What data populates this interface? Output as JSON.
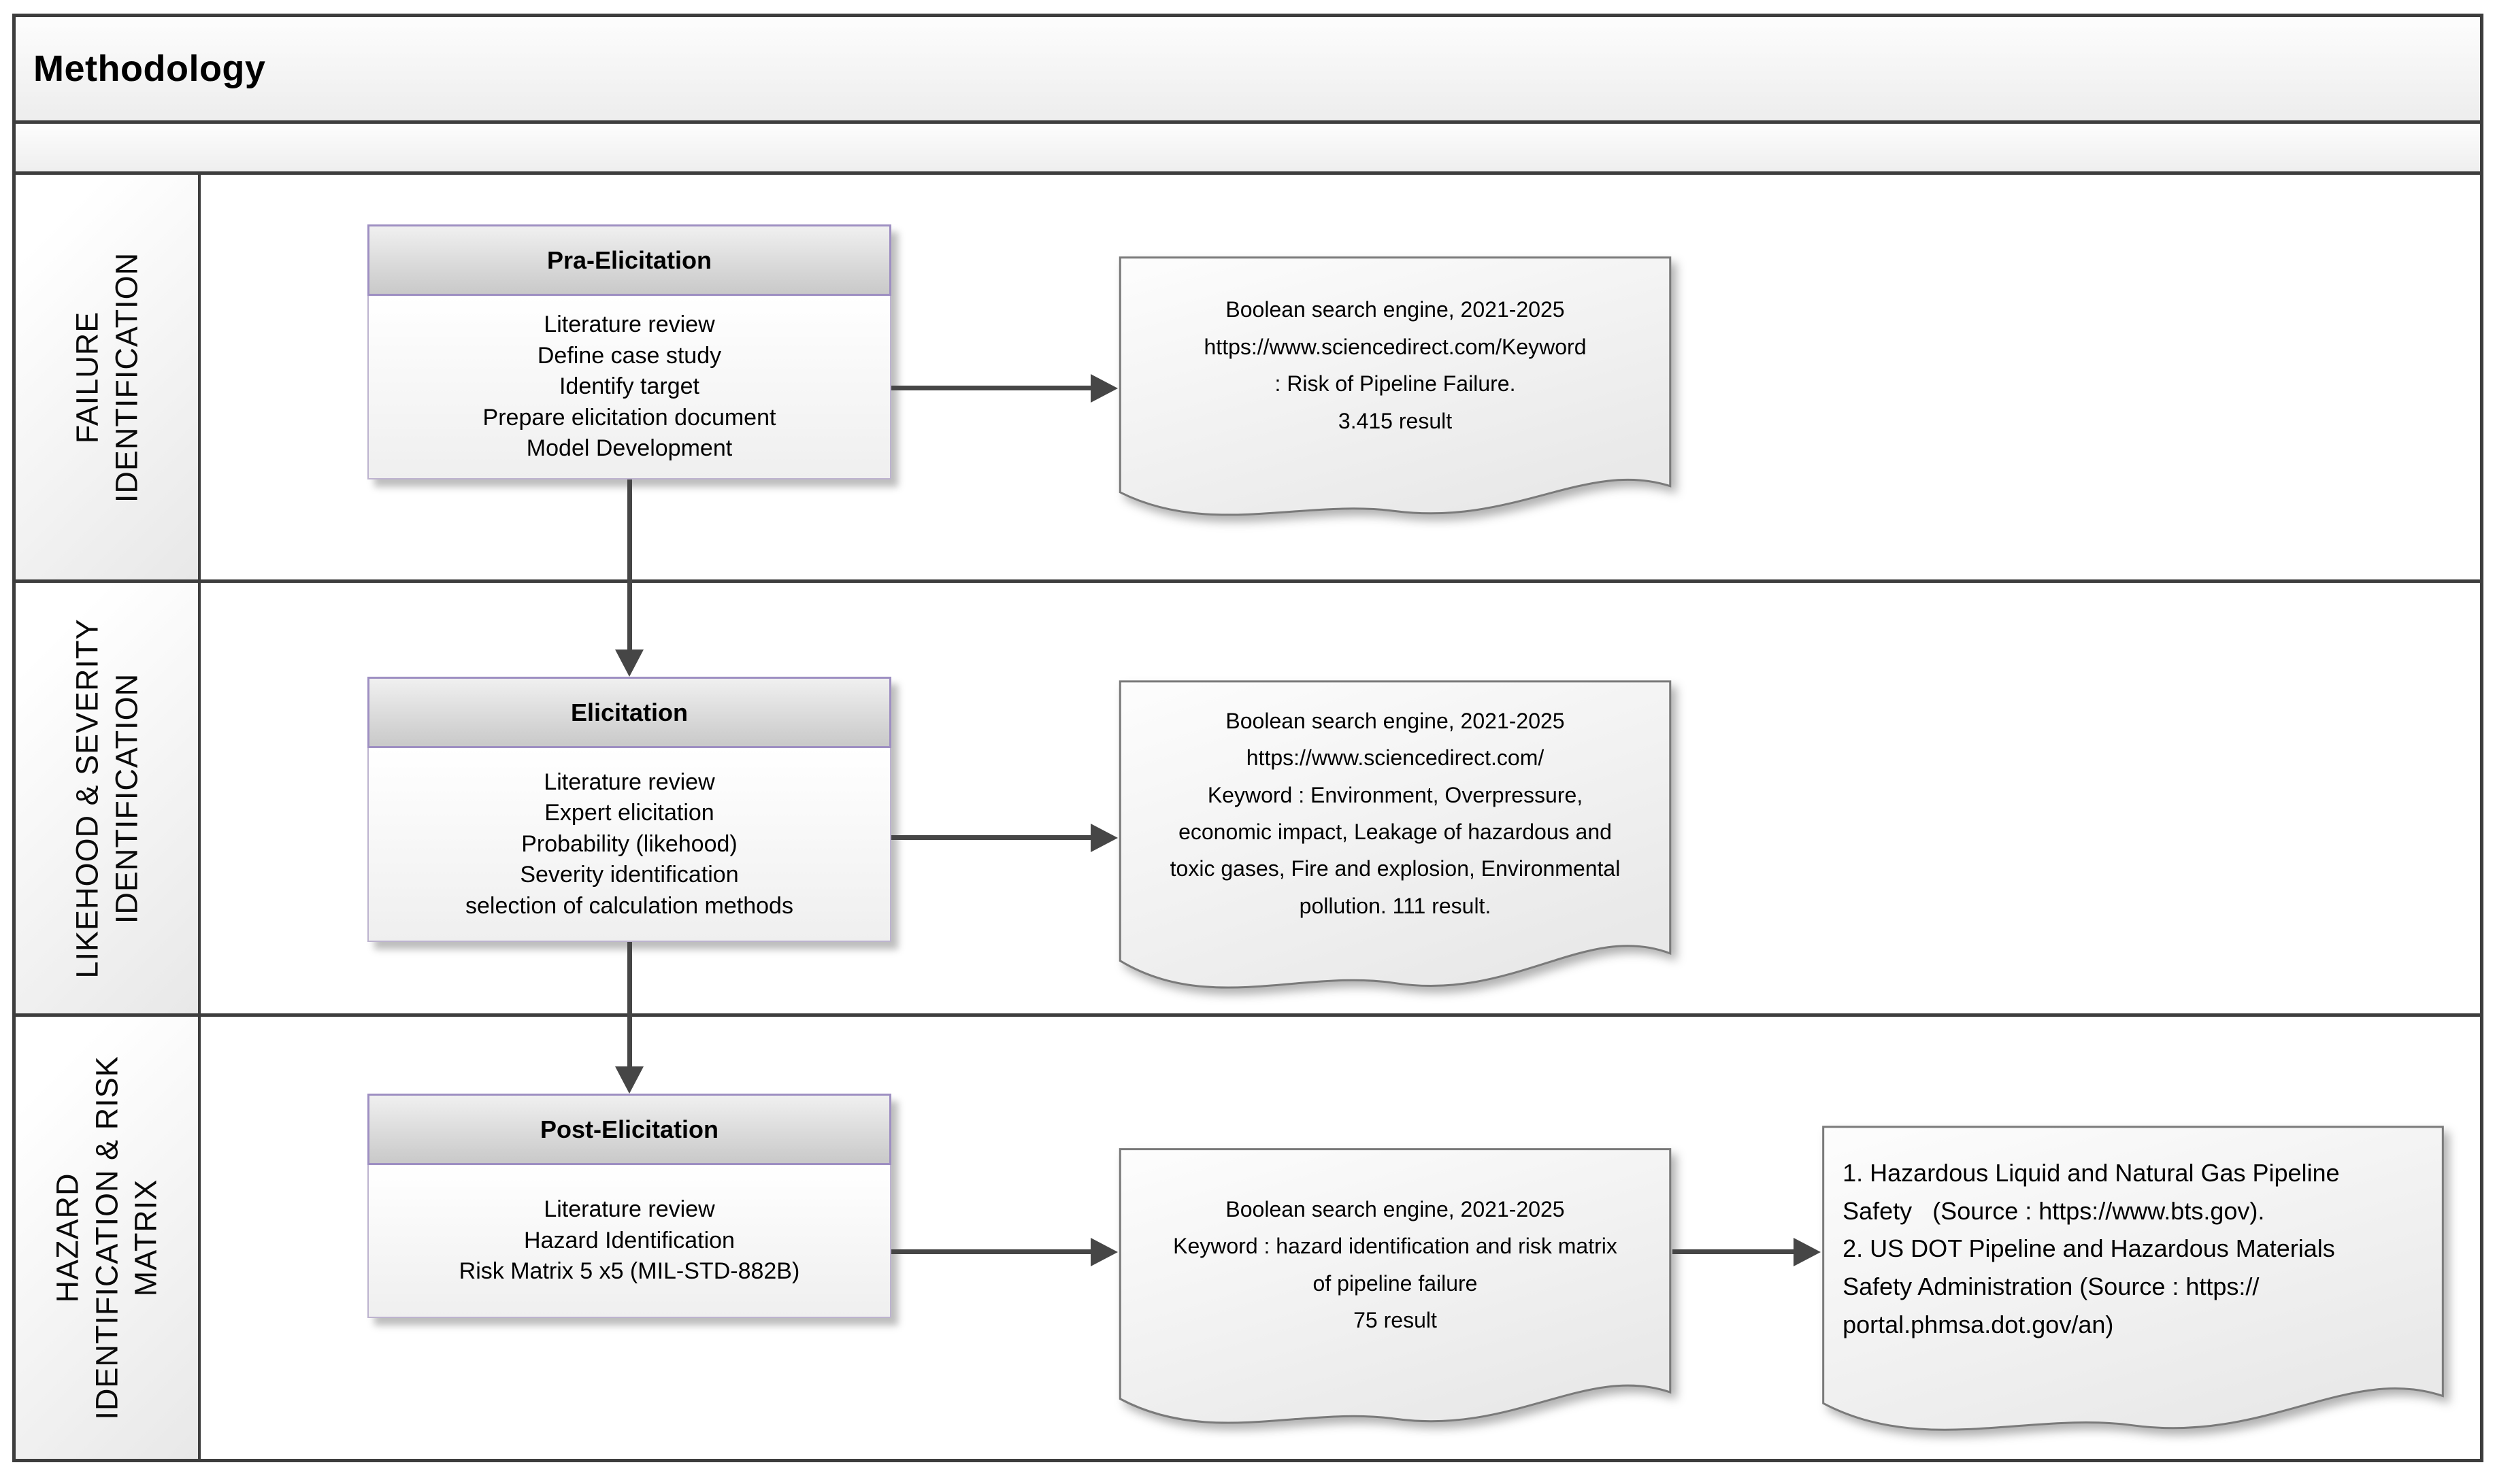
{
  "diagram_title": "Methodology",
  "colors": {
    "accent_purple": "#9e8fc2",
    "frame_gray": "#3d3d3d",
    "arrow_gray": "#464646",
    "header_fill_top": "#f0f0f0",
    "header_fill_bottom": "#c9c9c9"
  },
  "lanes": [
    {
      "label_lines": [
        "FAILURE",
        "IDENTIFICATION"
      ],
      "process_box": {
        "header": "Pra-Elicitation",
        "body_lines": [
          "Literature review",
          "Define case study",
          "Identify target",
          "Prepare elicitation document",
          "Model Development"
        ]
      },
      "documents": [
        {
          "text_lines": [
            "Boolean search engine, 2021-2025",
            "https://www.sciencedirect.com/Keyword",
            ": Risk of Pipeline Failure.",
            "3.415 result"
          ]
        }
      ]
    },
    {
      "label_lines": [
        "LIKEHOOD & SEVERITY",
        "IDENTIFICATION"
      ],
      "process_box": {
        "header": "Elicitation",
        "body_lines": [
          "Literature review",
          "Expert elicitation",
          "Probability (likehood)",
          "Severity identification",
          "selection of calculation methods"
        ]
      },
      "documents": [
        {
          "text_lines": [
            "Boolean search engine, 2021-2025",
            "https://www.sciencedirect.com/",
            "Keyword : Environment, Overpressure,",
            "economic impact, Leakage of hazardous and",
            "toxic gases, Fire and explosion, Environmental",
            "pollution. 111 result."
          ]
        }
      ]
    },
    {
      "label_lines": [
        "HAZARD",
        "IDENTIFICATION & RISK",
        "MATRIX"
      ],
      "process_box": {
        "header": "Post-Elicitation",
        "body_lines": [
          "Literature review",
          "Hazard Identification",
          "Risk Matrix 5 x5 (MIL-STD-882B)"
        ]
      },
      "documents": [
        {
          "text_lines": [
            "Boolean search engine, 2021-2025",
            "Keyword : hazard identification and risk matrix",
            "of pipeline failure",
            "75 result"
          ]
        },
        {
          "text_lines": [
            "1. Hazardous Liquid and Natural Gas Pipeline",
            "Safety   (Source : https://www.bts.gov).",
            "2. US DOT Pipeline and Hazardous Materials",
            "Safety Administration (Source : https://",
            "portal.phmsa.dot.gov/an)"
          ]
        }
      ]
    }
  ]
}
